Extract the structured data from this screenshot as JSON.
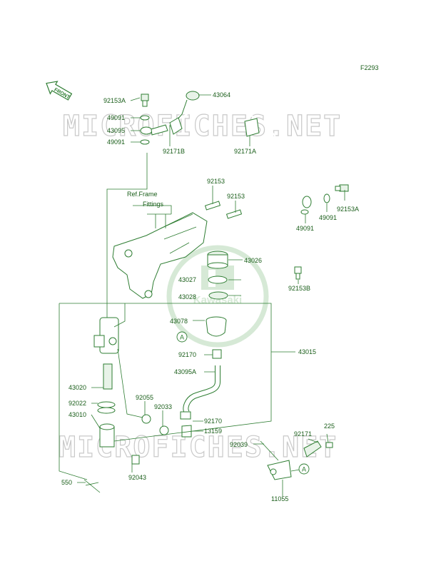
{
  "diagram_code": "F2293",
  "front_label": "FRONT",
  "watermark_text": "MICROFICHES.NET",
  "logo_text": "Kawasaki",
  "ref_label_line1": "Ref.Frame",
  "ref_label_line2": "Fittings",
  "ref_mark": "A",
  "accent_color": "#2e7d32",
  "parts": {
    "p92153A_top": "92153A",
    "p49091_a": "49091",
    "p43095": "43095",
    "p49091_b": "49091",
    "p43064": "43064",
    "p92171B": "92171B",
    "p92171A": "92171A",
    "p92153_a": "92153",
    "p92153_b": "92153",
    "p92153A_right": "92153A",
    "p49091_c": "49091",
    "p49091_d": "49091",
    "p43026": "43026",
    "p43027": "43027",
    "p43028": "43028",
    "p92153B": "92153B",
    "p43078": "43078",
    "p43015": "43015",
    "p92170_a": "92170",
    "p43095A": "43095A",
    "p43020": "43020",
    "p92055": "92055",
    "p92022": "92022",
    "p92033": "92033",
    "p92170_b": "92170",
    "p43010": "43010",
    "p13159": "13159",
    "p92171": "92171",
    "p225": "225",
    "p92039": "92039",
    "p92043": "92043",
    "p550": "550",
    "p11055": "11055"
  }
}
